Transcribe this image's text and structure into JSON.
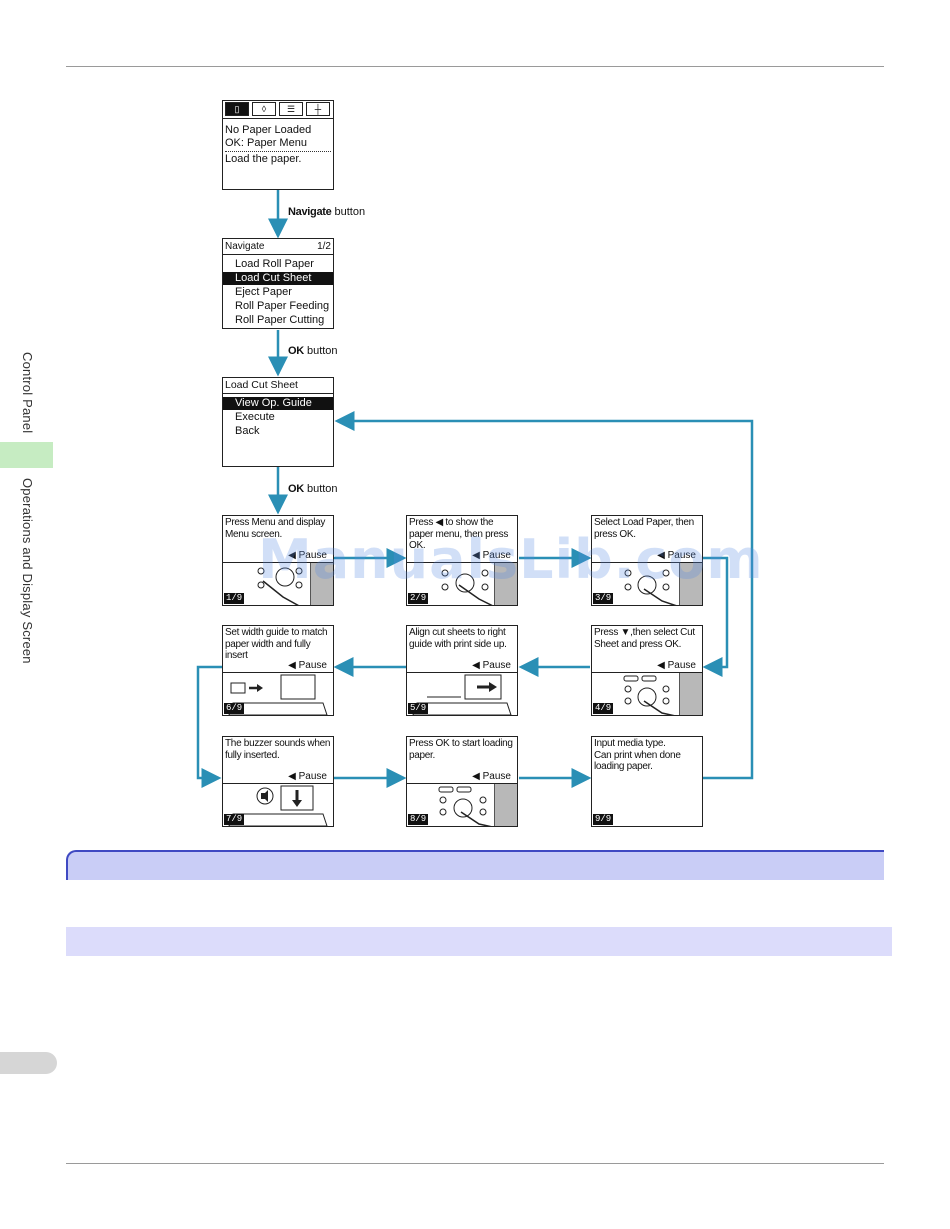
{
  "side": {
    "section1": "Control Panel",
    "section2": "Operations and Display Screen"
  },
  "screens": {
    "initial": {
      "tabs": [
        "paper-icon",
        "ink-icon",
        "job-icon",
        "settings-icon"
      ],
      "line1": "No Paper Loaded",
      "line2": "OK: Paper Menu",
      "line3": "Load the paper."
    },
    "navigate": {
      "title": "Navigate",
      "page": "1/2",
      "items": [
        "Load Roll Paper",
        "Load Cut Sheet",
        "Eject Paper",
        "Roll Paper Feeding",
        "Roll Paper Cutting"
      ],
      "selected_index": 1
    },
    "loadcut": {
      "title": "Load Cut Sheet",
      "items": [
        "View Op. Guide",
        "Execute",
        "Back"
      ],
      "selected_index": 0
    }
  },
  "arrows": {
    "a1": {
      "bold": "Navigate",
      "rest": " button"
    },
    "a2": {
      "bold": "OK",
      "rest": " button"
    },
    "a3": {
      "bold": "OK",
      "rest": " button"
    }
  },
  "pause_label": "◀ Pause",
  "steps": [
    {
      "page": "1/9",
      "text": "Press Menu and display Menu screen."
    },
    {
      "page": "2/9",
      "text": "Press ◀ to show the paper menu, then press OK."
    },
    {
      "page": "3/9",
      "text": "Select Load Paper, then press OK."
    },
    {
      "page": "4/9",
      "text": "Press ▼,then select Cut Sheet and press OK."
    },
    {
      "page": "5/9",
      "text": "Align cut sheets to right guide with print side up."
    },
    {
      "page": "6/9",
      "text": "Set width guide to match paper width and fully insert"
    },
    {
      "page": "7/9",
      "text": "The buzzer sounds when fully inserted."
    },
    {
      "page": "8/9",
      "text": "Press OK to start loading paper."
    },
    {
      "page": "9/9",
      "text": "Input media type. Can print when done loading paper."
    }
  ],
  "watermark": "ManualsLib.com",
  "colors": {
    "flow_arrow": "#2a8fb5",
    "band_blue": "#c9cdf6",
    "band_light": "#dcdcfb",
    "side_green": "#c6ecc2"
  }
}
